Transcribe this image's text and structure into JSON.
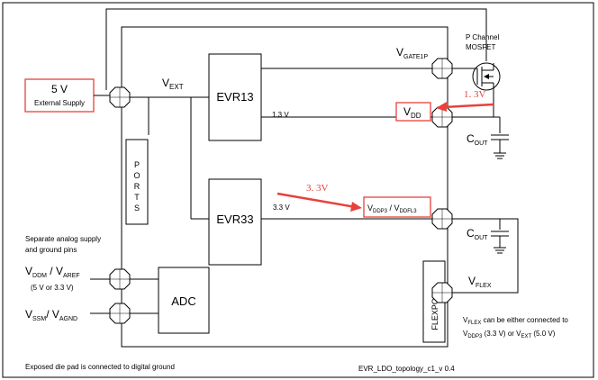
{
  "supply": {
    "voltage": "5 V",
    "label": "External Supply"
  },
  "labels": {
    "vext": "V",
    "vext_sub": "EXT",
    "mosfet_line1": "P Channel",
    "mosfet_line2": "MOSFET",
    "vgate": "V",
    "vgate_sub": "GATE1P",
    "vdd": "V",
    "vdd_sub": "DD",
    "vddp3_a": "V",
    "vddp3_a_sub": "DDP3",
    "vddp3_b": " / V",
    "vddp3_b_sub": "DDFL3",
    "cout1": "C",
    "cout1_sub": "OUT",
    "cout2": "C",
    "cout2_sub": "OUT",
    "ports": [
      "P",
      "O",
      "R",
      "T",
      "S"
    ],
    "evr13": "EVR13",
    "evr33": "EVR33",
    "evr13_out": "1.3 V",
    "evr33_out": "3.3 V",
    "anno_13": "1. 3V",
    "anno_33": "3. 3V",
    "adc": "ADC",
    "flexport": "FLEXPORT",
    "vflex": "V",
    "vflex_sub": "FLEX",
    "sep_line1": "Separate analog supply",
    "sep_line2": "and ground pins",
    "vddm_a": "V",
    "vddm_a_sub": "DDM",
    "vddm_b": " / V",
    "vddm_b_sub": "AREF",
    "vddm_range": "(5 V or 3.3 V)",
    "vssm_a": "V",
    "vssm_a_sub": "SSM",
    "vssm_b": "/ V",
    "vssm_b_sub": "AGND",
    "note1_a": "V",
    "note1_a_sub": "FLEX",
    "note1_b": " can be either connected to",
    "note2_a": "V",
    "note2_a_sub": "DDP3",
    "note2_b": " (3.3 V)  or V",
    "note2_b_sub": "EXT",
    "note2_c": " (5.0 V)",
    "footer_left": "Exposed die pad is connected to digital ground",
    "footer_right": "EVR_LDO_topology_c1_v 0.4"
  },
  "colors": {
    "highlight": "#e8413c",
    "line": "#000000"
  }
}
